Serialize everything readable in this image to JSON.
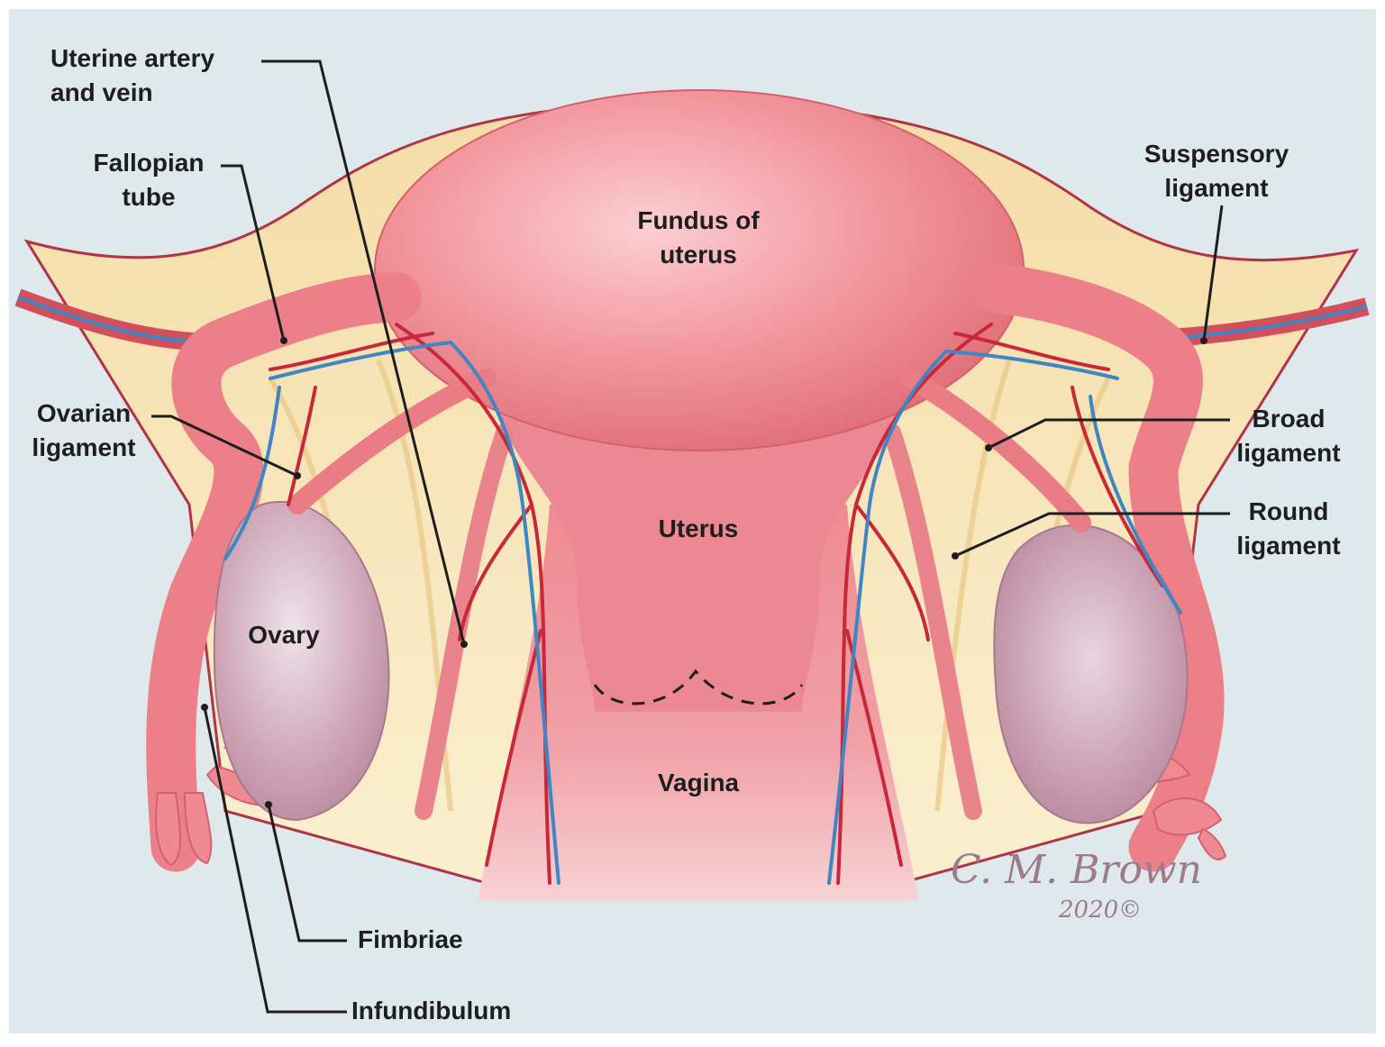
{
  "labels": {
    "uterine_artery_vein": "Uterine artery\nand vein",
    "fallopian_tube": "Fallopian\ntube",
    "ovarian_ligament": "Ovarian\nligament",
    "fundus_of_uterus": "Fundus of\nuterus",
    "uterus": "Uterus",
    "vagina": "Vagina",
    "ovary": "Ovary",
    "fimbriae": "Fimbriae",
    "infundibulum": "Infundibulum",
    "suspensory_ligament": "Suspensory\nligament",
    "broad_ligament": "Broad\nligament",
    "round_ligament": "Round\nligament"
  },
  "signature": {
    "name": "C. M. Brown",
    "year": "2020©"
  },
  "colors": {
    "background": "#dfe9ec",
    "tissue": "#ec8088",
    "tissue_light": "#f3a6aa",
    "ligament": "#f5e3b0",
    "ovary": "#c49aab",
    "artery": "#c8283a",
    "vein": "#3f86c4",
    "leader_line": "#1e1e1e",
    "label_text": "#1e1e1e"
  }
}
